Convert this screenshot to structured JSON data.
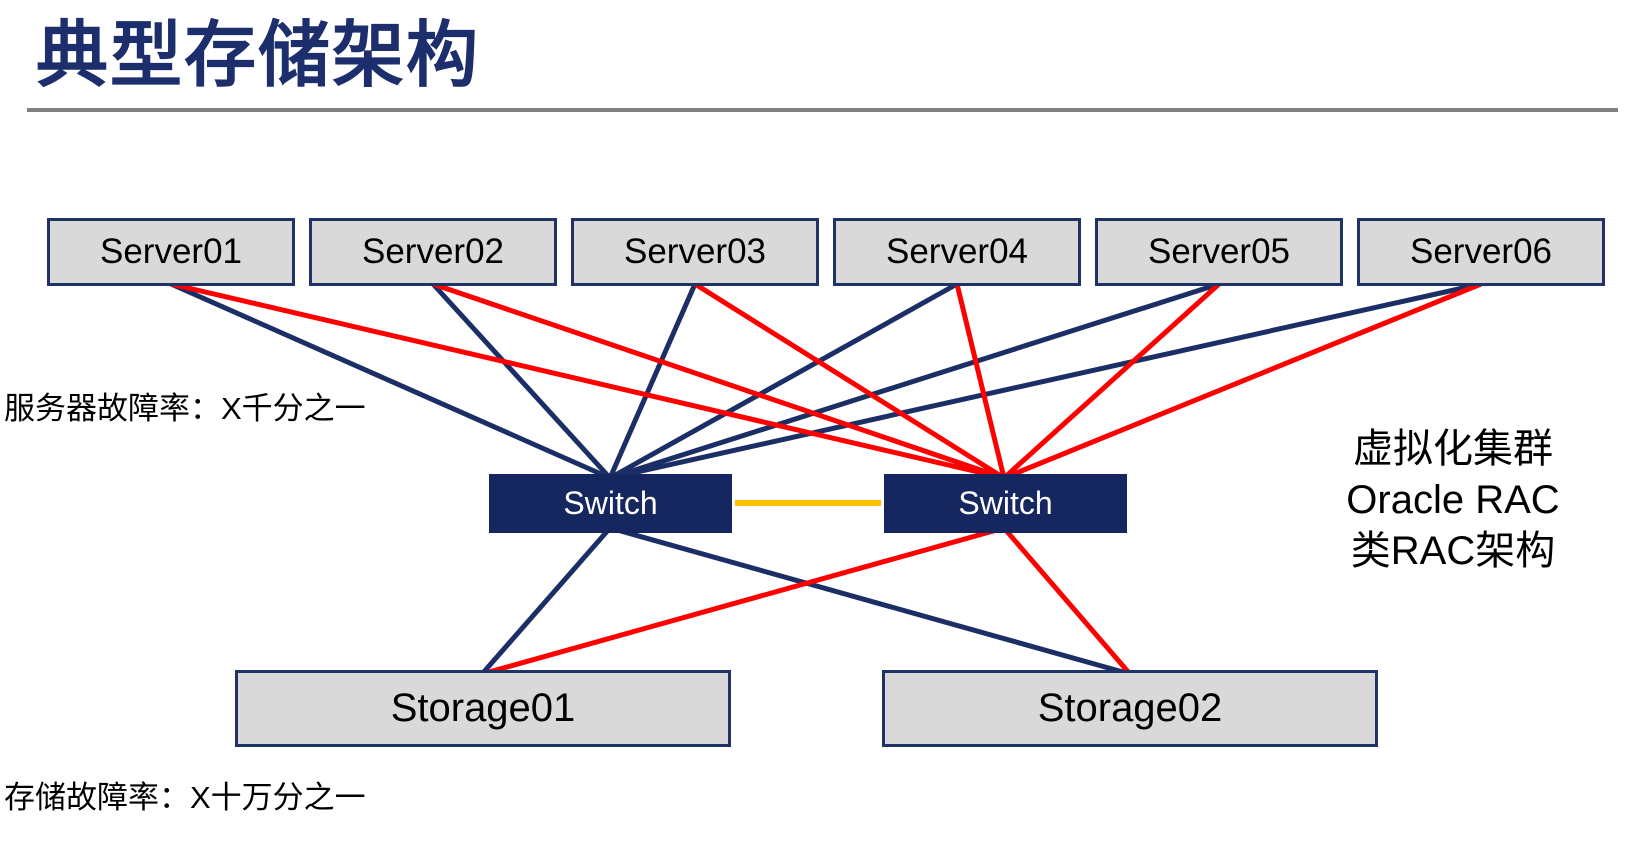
{
  "slide": {
    "title": "典型存储架构",
    "annotations": {
      "server_failure_rate": "服务器故障率：X千分之一",
      "storage_failure_rate": "存储故障率：X十万分之一",
      "cluster_note_lines": [
        "虚拟化集群",
        "Oracle RAC",
        "类RAC架构"
      ]
    },
    "nodes": {
      "servers": [
        "Server01",
        "Server02",
        "Server03",
        "Server04",
        "Server05",
        "Server06"
      ],
      "switches": [
        "Switch",
        "Switch"
      ],
      "storages": [
        "Storage01",
        "Storage02"
      ]
    },
    "links": [
      {
        "from": "Server01",
        "to": "Switch-A",
        "color": "navy"
      },
      {
        "from": "Server02",
        "to": "Switch-A",
        "color": "navy"
      },
      {
        "from": "Server03",
        "to": "Switch-A",
        "color": "navy"
      },
      {
        "from": "Server04",
        "to": "Switch-A",
        "color": "navy"
      },
      {
        "from": "Server05",
        "to": "Switch-A",
        "color": "navy"
      },
      {
        "from": "Server06",
        "to": "Switch-A",
        "color": "navy"
      },
      {
        "from": "Server01",
        "to": "Switch-B",
        "color": "red"
      },
      {
        "from": "Server02",
        "to": "Switch-B",
        "color": "red"
      },
      {
        "from": "Server03",
        "to": "Switch-B",
        "color": "red"
      },
      {
        "from": "Server04",
        "to": "Switch-B",
        "color": "red"
      },
      {
        "from": "Server05",
        "to": "Switch-B",
        "color": "red"
      },
      {
        "from": "Server06",
        "to": "Switch-B",
        "color": "red"
      },
      {
        "from": "Switch-A",
        "to": "Switch-B",
        "color": "gold"
      },
      {
        "from": "Switch-A",
        "to": "Storage01",
        "color": "navy"
      },
      {
        "from": "Switch-A",
        "to": "Storage02",
        "color": "navy"
      },
      {
        "from": "Switch-B",
        "to": "Storage01",
        "color": "red"
      },
      {
        "from": "Switch-B",
        "to": "Storage02",
        "color": "red"
      }
    ],
    "colors": {
      "title": "#1c2e6b",
      "navy_link": "#1b2f66",
      "red_link": "#ff0000",
      "gold_link": "#ffc000",
      "node_fill": "#d9d9d9",
      "node_border": "#1f3366",
      "switch_fill": "#16265e",
      "divider": "#808080"
    }
  }
}
